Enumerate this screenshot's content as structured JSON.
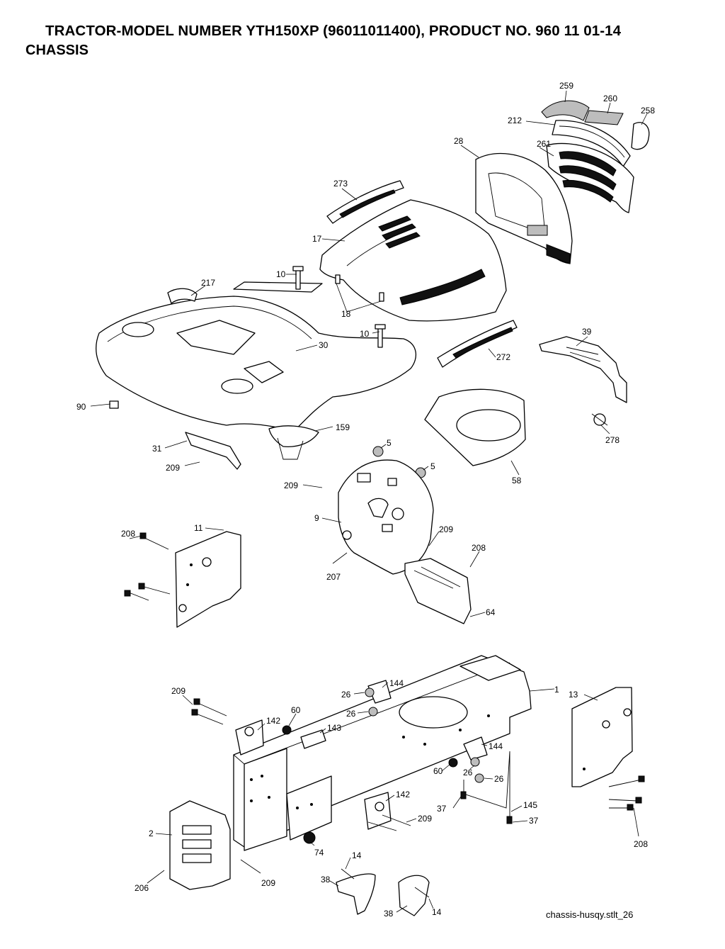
{
  "header": {
    "title": "TRACTOR-MODEL NUMBER YTH150XP (96011011400), PRODUCT NO. 960 11 01-14",
    "section": "CHASSIS"
  },
  "footer": {
    "drawing_id": "chassis-husqy.stlt_26"
  },
  "callouts": [
    {
      "id": "c259",
      "label": "259"
    },
    {
      "id": "c260",
      "label": "260"
    },
    {
      "id": "c258",
      "label": "258"
    },
    {
      "id": "c212",
      "label": "212"
    },
    {
      "id": "c28",
      "label": "28"
    },
    {
      "id": "c261",
      "label": "261"
    },
    {
      "id": "c273",
      "label": "273"
    },
    {
      "id": "c17",
      "label": "17"
    },
    {
      "id": "c10a",
      "label": "10"
    },
    {
      "id": "c217",
      "label": "217"
    },
    {
      "id": "c18",
      "label": "18"
    },
    {
      "id": "c10b",
      "label": "10"
    },
    {
      "id": "c30",
      "label": "30"
    },
    {
      "id": "c272",
      "label": "272"
    },
    {
      "id": "c39",
      "label": "39"
    },
    {
      "id": "c90",
      "label": "90"
    },
    {
      "id": "c159",
      "label": "159"
    },
    {
      "id": "c278",
      "label": "278"
    },
    {
      "id": "c31",
      "label": "31"
    },
    {
      "id": "c5a",
      "label": "5"
    },
    {
      "id": "c5b",
      "label": "5"
    },
    {
      "id": "c58",
      "label": "58"
    },
    {
      "id": "c209a",
      "label": "209"
    },
    {
      "id": "c209b",
      "label": "209"
    },
    {
      "id": "c208a",
      "label": "208"
    },
    {
      "id": "c11",
      "label": "11"
    },
    {
      "id": "c9",
      "label": "9"
    },
    {
      "id": "c209c",
      "label": "209"
    },
    {
      "id": "c208b",
      "label": "208"
    },
    {
      "id": "c207",
      "label": "207"
    },
    {
      "id": "c64",
      "label": "64"
    },
    {
      "id": "c209d",
      "label": "209"
    },
    {
      "id": "c144a",
      "label": "144"
    },
    {
      "id": "c1",
      "label": "1"
    },
    {
      "id": "c13",
      "label": "13"
    },
    {
      "id": "c26a",
      "label": "26"
    },
    {
      "id": "c26b",
      "label": "26"
    },
    {
      "id": "c60a",
      "label": "60"
    },
    {
      "id": "c142a",
      "label": "142"
    },
    {
      "id": "c143",
      "label": "143"
    },
    {
      "id": "c144b",
      "label": "144"
    },
    {
      "id": "c60b",
      "label": "60"
    },
    {
      "id": "c26c",
      "label": "26"
    },
    {
      "id": "c26d",
      "label": "26"
    },
    {
      "id": "c142b",
      "label": "142"
    },
    {
      "id": "c37a",
      "label": "37"
    },
    {
      "id": "c145",
      "label": "145"
    },
    {
      "id": "c209e",
      "label": "209"
    },
    {
      "id": "c37b",
      "label": "37"
    },
    {
      "id": "c2",
      "label": "2"
    },
    {
      "id": "c74",
      "label": "74"
    },
    {
      "id": "c208c",
      "label": "208"
    },
    {
      "id": "c209f",
      "label": "209"
    },
    {
      "id": "c206",
      "label": "206"
    },
    {
      "id": "c14a",
      "label": "14"
    },
    {
      "id": "c38a",
      "label": "38"
    },
    {
      "id": "c38b",
      "label": "38"
    },
    {
      "id": "c14b",
      "label": "14"
    }
  ]
}
